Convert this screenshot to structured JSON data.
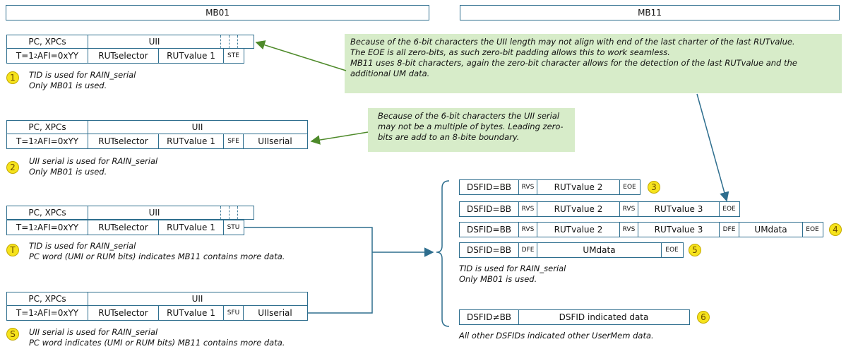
{
  "banks": {
    "left": "MB01",
    "right": "MB11"
  },
  "row_labels": {
    "pc": "PC, XPCs",
    "uii": "UII",
    "t": "T=1",
    "t_sub": "2",
    "afi": " AFI=0xYY",
    "rutselector": "RUTselector",
    "rutvalue1": "RUTvalue 1",
    "ste": "STE",
    "sfe": "SFE",
    "stu": "STU",
    "sfu": "SFU",
    "uiiserial": "UIIserial"
  },
  "notes": {
    "n1a": "TID is used for RAIN_serial",
    "n1b": "Only MB01 is used.",
    "n2a": "UII serial  is used for RAIN_serial",
    "n2b": "Only MB01 is used.",
    "nTa": "TID is used for RAIN_serial",
    "nTb": "PC word (UMI or RUM bits) indicates MB11 contains more data.",
    "nSa": "UII serial  is used for RAIN_serial",
    "nSb": "PC word indicates (UMI or RUM bits) MB11 contains more data.",
    "n5a": "TID is used for RAIN_serial",
    "n5b": "Only MB01 is used.",
    "n6": "All other DSFIDs indicated other UserMem data."
  },
  "badges": {
    "b1": "1",
    "b2": "2",
    "bT": "T",
    "bS": "S",
    "b3": "3",
    "b4": "4",
    "b5": "5",
    "b6": "6"
  },
  "green_notes": {
    "top": [
      "Because of the 6-bit characters the UII length may not align with end of the last charter of the last RUTvalue.",
      "The EOE is all zero-bits, as such zero-bit padding allows this to work seamless.",
      "MB11 uses 8-bit characters, again the zero-bit character allows for the detection of the last RUTvalue and the",
      "additional UM data."
    ],
    "mid": [
      "Because of the 6-bit characters the UII serial",
      "may not be a multiple of bytes. Leading zero-",
      "bits are add to an 8-bite boundary."
    ]
  },
  "mb11_rows": {
    "dsfid_bb": "DSFID=BB",
    "rvs": "RVS",
    "rutvalue2": "RUTvalue 2",
    "rutvalue3": "RUTvalue 3",
    "eoe": "EOE",
    "dfe": "DFE",
    "umdata": "UMdata",
    "dsfid_ne": "DSFID≠BB",
    "dsfid_data": "DSFID indicated data"
  },
  "colors": {
    "border": "#2e6e8e",
    "arrow_green": "#4e8a2a",
    "arrow_blue": "#2e6e8e",
    "note_bg": "#d7ecc9",
    "badge": "#f6e31c"
  }
}
